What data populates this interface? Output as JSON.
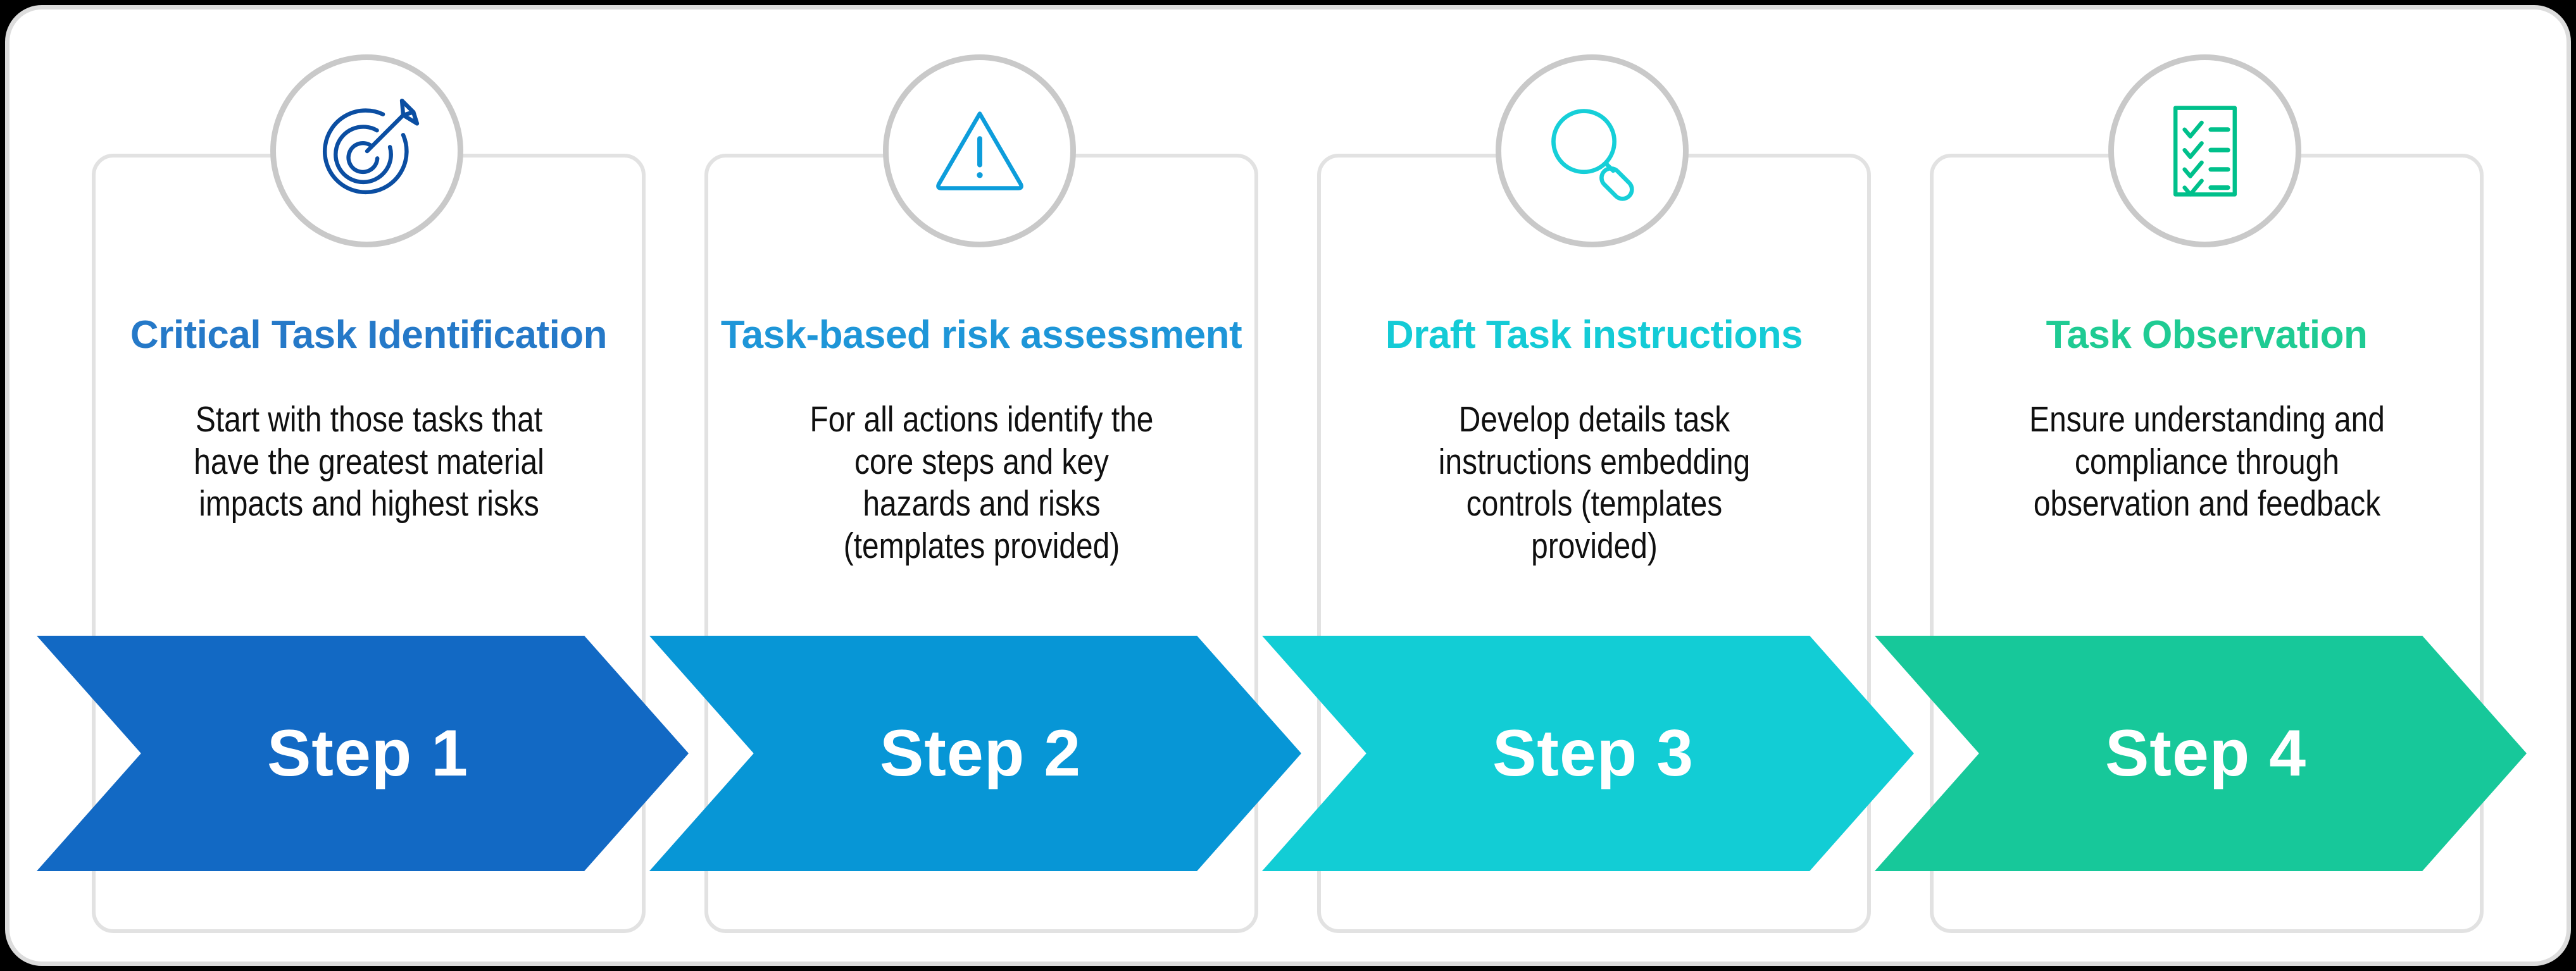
{
  "diagram": {
    "type": "four-step-process-flow",
    "frame": {
      "background_color": "#ffffff",
      "border_color": "#dcdcdc",
      "canvas_color": "#000000"
    },
    "steps": [
      {
        "id": "step-1",
        "icon": "target-bullseye-arrow-icon",
        "icon_color": "#0B4EA2",
        "title": "Critical Task Identification",
        "title_color": "#2579C8",
        "body": "Start with those tasks that have the greatest material impacts and highest risks",
        "body_lines": [
          "Start with those tasks that",
          "have the greatest material",
          "impacts and highest risks"
        ],
        "banner_label": "Step 1",
        "banner_color": "#1269C4",
        "banner_text_color": "#ffffff"
      },
      {
        "id": "step-2",
        "icon": "warning-triangle-icon",
        "icon_color": "#0D9DDB",
        "title": "Task-based risk assessment",
        "title_color": "#1E96D8",
        "body": "For all actions identify the core steps and key hazards and risks (templates provided)",
        "body_lines": [
          "For all actions identify the",
          "core steps and key",
          "hazards and risks",
          "(templates provided)"
        ],
        "banner_label": "Step 2",
        "banner_color": "#0796D6",
        "banner_text_color": "#ffffff"
      },
      {
        "id": "step-3",
        "icon": "magnifying-glass-icon",
        "icon_color": "#16CFD8",
        "title": "Draft Task instructions",
        "title_color": "#14CBD6",
        "body": "Develop details task instructions embedding controls (templates provided)",
        "body_lines": [
          "Develop details task",
          "instructions embedding",
          "controls (templates",
          "provided)"
        ],
        "banner_label": "Step 3",
        "banner_color": "#12CDD5",
        "banner_text_color": "#ffffff"
      },
      {
        "id": "step-4",
        "icon": "checklist-clipboard-icon",
        "icon_color": "#00C08B",
        "title": "Task Observation",
        "title_color": "#1FCB93",
        "body": "Ensure understanding and compliance through observation and feedback",
        "body_lines": [
          "Ensure understanding and",
          "compliance through",
          "observation and feedback"
        ],
        "banner_label": "Step 4",
        "banner_color": "#17C89A",
        "banner_text_color": "#ffffff"
      }
    ]
  }
}
